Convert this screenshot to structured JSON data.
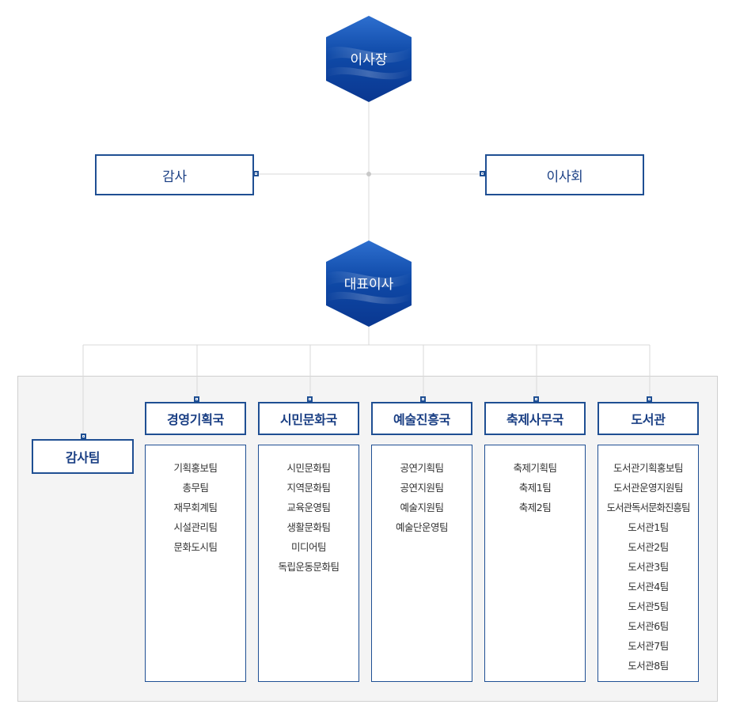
{
  "top": {
    "chairman": "이사장",
    "auditor": "감사",
    "board": "이사회",
    "ceo": "대표이사"
  },
  "audit_team": "감사팀",
  "departments": [
    {
      "name": "경영기획국",
      "teams": [
        "기획홍보팀",
        "총무팀",
        "재무회계팀",
        "시설관리팀",
        "문화도시팀"
      ]
    },
    {
      "name": "시민문화국",
      "teams": [
        "시민문화팀",
        "지역문화팀",
        "교육운영팀",
        "생활문화팀",
        "미디어팀",
        "독립운동문화팀"
      ]
    },
    {
      "name": "예술진흥국",
      "teams": [
        "공연기획팀",
        "공연지원팀",
        "예술지원팀",
        "예술단운영팀"
      ]
    },
    {
      "name": "축제사무국",
      "teams": [
        "축제기획팀",
        "축제1팀",
        "축제2팀"
      ]
    },
    {
      "name": "도서관",
      "teams": [
        "도서관기획홍보팀",
        "도서관운영지원팀",
        "도서관독서문화진흥팀",
        "도서관1팀",
        "도서관2팀",
        "도서관3팀",
        "도서관4팀",
        "도서관5팀",
        "도서관6팀",
        "도서관7팀",
        "도서관8팀"
      ]
    }
  ],
  "colors": {
    "navy": "#1f4f93",
    "hex_dark": "#0d3f9a",
    "hex_light": "#2a6fd0",
    "line": "#d8d8d8",
    "panel": "#f4f4f4"
  }
}
